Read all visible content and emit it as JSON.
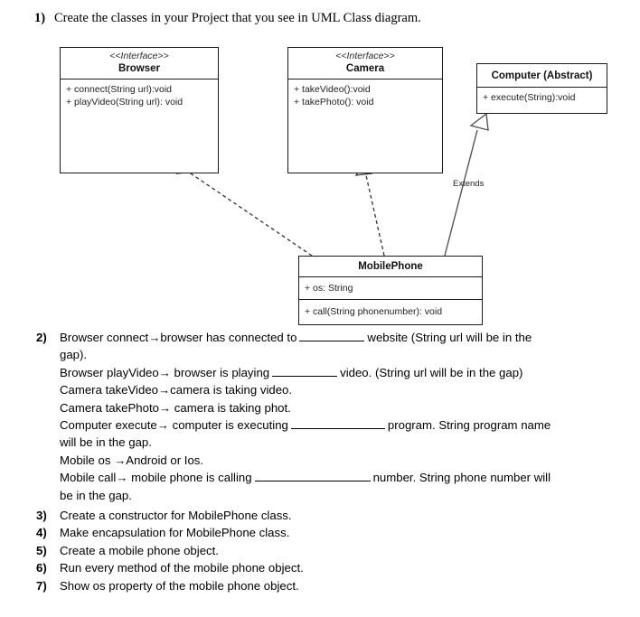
{
  "question1": {
    "number": "1)",
    "text": "Create the classes in your Project that you see in UML Class diagram."
  },
  "diagram": {
    "classes": {
      "browser": {
        "stereotype": "<<Interface>>",
        "name": "Browser",
        "methods": [
          "+ connect(String url):void",
          "+ playVideo(String url): void"
        ]
      },
      "camera": {
        "stereotype": "<<Interface>>",
        "name": "Camera",
        "methods": [
          "+ takeVideo():void",
          "+ takePhoto(): void"
        ]
      },
      "computer": {
        "name": "Computer (Abstract)",
        "methods": [
          "+ execute(String):void"
        ]
      },
      "mobilephone": {
        "name": "MobilePhone",
        "attributes": [
          "+ os: String"
        ],
        "methods": [
          "+ call(String phonenumber): void"
        ]
      }
    },
    "edges": {
      "extends_label": "Extends"
    }
  },
  "question2": {
    "number": "2)",
    "lines": {
      "l1a": "Browser connect→browser has connected to",
      "l1b": "website (String url will be in the",
      "l1c": "gap).",
      "l2a": "Browser playVideo→ browser is playing",
      "l2b": "video. (String url will be in the gap)",
      "l3": "Camera takeVideo→camera is taking video.",
      "l4": "Camera takePhoto→ camera is taking phot.",
      "l5a": "Computer execute→ computer is executing",
      "l5b": "program. String program name",
      "l5c": "will be in the gap.",
      "l6": "Mobile os →Android or Ios.",
      "l7a": "Mobile call→ mobile phone is calling",
      "l7b": "number. String phone number will",
      "l7c": "be in the gap."
    }
  },
  "question3": {
    "number": "3)",
    "text": "Create a constructor for MobilePhone class."
  },
  "question4": {
    "number": "4)",
    "text": "Make encapsulation for MobilePhone class."
  },
  "question5": {
    "number": "5)",
    "text": "Create a mobile phone object."
  },
  "question6": {
    "number": "6)",
    "text": "Run every method of the mobile phone object."
  },
  "question7": {
    "number": "7)",
    "text": "Show os property of the mobile phone object."
  }
}
